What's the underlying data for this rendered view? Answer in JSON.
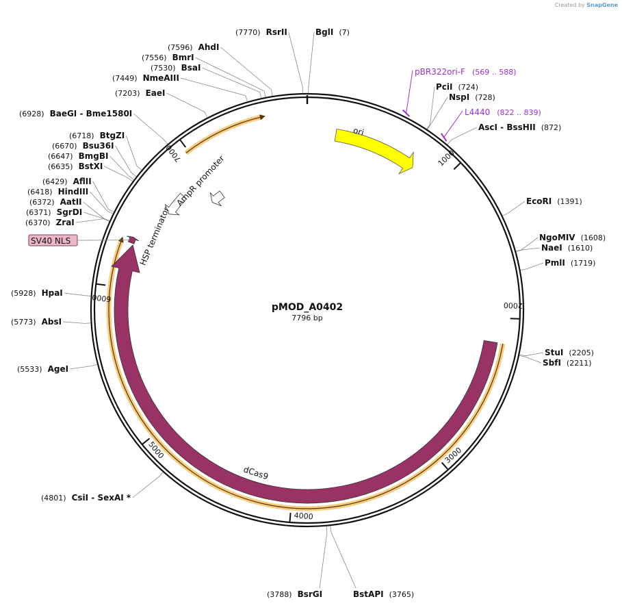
{
  "credit": {
    "prefix": "Created by",
    "brand": "SnapGene"
  },
  "plasmid": {
    "name": "pMOD_A0402",
    "size_label": "7796 bp",
    "length": 7796
  },
  "ticks": [
    {
      "bp": 1000,
      "label": "1000"
    },
    {
      "bp": 2000,
      "label": "2000"
    },
    {
      "bp": 3000,
      "label": "3000"
    },
    {
      "bp": 4000,
      "label": "4000"
    },
    {
      "bp": 5000,
      "label": "5000"
    },
    {
      "bp": 6000,
      "label": "6000"
    },
    {
      "bp": 7000,
      "label": "7000"
    }
  ],
  "sites": [
    {
      "name": "RsrII",
      "pos": "(7770)",
      "bp": 7770
    },
    {
      "name": "BglI",
      "pos": "(7)",
      "bp": 7
    },
    {
      "name": "AhdI",
      "pos": "(7596)",
      "bp": 7596
    },
    {
      "name": "BmrI",
      "pos": "(7556)",
      "bp": 7556
    },
    {
      "name": "BsaI",
      "pos": "(7530)",
      "bp": 7530
    },
    {
      "name": "NmeAIII",
      "pos": "(7449)",
      "bp": 7449
    },
    {
      "name": "EaeI",
      "pos": "(7203)",
      "bp": 7203
    },
    {
      "name": "BaeGI  - Bme1580I",
      "pos": "(6928)",
      "bp": 6928
    },
    {
      "name": "BtgZI",
      "pos": "(6718)",
      "bp": 6718
    },
    {
      "name": "Bsu36I",
      "pos": "(6670)",
      "bp": 6670
    },
    {
      "name": "BmgBI",
      "pos": "(6647)",
      "bp": 6647
    },
    {
      "name": "BstXI",
      "pos": "(6635)",
      "bp": 6635
    },
    {
      "name": "AflII",
      "pos": "(6429)",
      "bp": 6429
    },
    {
      "name": "HindIII",
      "pos": "(6418)",
      "bp": 6418
    },
    {
      "name": "AatII",
      "pos": "(6372)",
      "bp": 6372
    },
    {
      "name": "SgrDI",
      "pos": "(6371)",
      "bp": 6371
    },
    {
      "name": "ZraI",
      "pos": "(6370)",
      "bp": 6370
    },
    {
      "name": "HpaI",
      "pos": "(5928)",
      "bp": 5928
    },
    {
      "name": "AbsI",
      "pos": "(5773)",
      "bp": 5773
    },
    {
      "name": "AgeI",
      "pos": "(5533)",
      "bp": 5533
    },
    {
      "name": "CsiI  - SexAI *",
      "pos": "(4801)",
      "bp": 4801
    },
    {
      "name": "BsrGI",
      "pos": "(3788)",
      "bp": 3788
    },
    {
      "name": "BstAPI",
      "pos": "(3765)",
      "bp": 3765
    },
    {
      "name": "PciI",
      "pos": "(724)",
      "bp": 724
    },
    {
      "name": "NspI",
      "pos": "(728)",
      "bp": 728
    },
    {
      "name": "AscI  - BssHII",
      "pos": "(872)",
      "bp": 872
    },
    {
      "name": "EcoRI",
      "pos": "(1391)",
      "bp": 1391
    },
    {
      "name": "NgoMIV",
      "pos": "(1608)",
      "bp": 1608
    },
    {
      "name": "NaeI",
      "pos": "(1610)",
      "bp": 1610
    },
    {
      "name": "PmlI",
      "pos": "(1719)",
      "bp": 1719
    },
    {
      "name": "StuI",
      "pos": "(2205)",
      "bp": 2205
    },
    {
      "name": "SbfI",
      "pos": "(2211)",
      "bp": 2211
    }
  ],
  "primers": [
    {
      "name": "pBR322ori-F",
      "range": "(569 .. 588)",
      "bp": 578
    },
    {
      "name": "L4440",
      "range": "(822 .. 839)",
      "bp": 830
    }
  ],
  "features": [
    {
      "name": "ori",
      "start": 200,
      "end": 790,
      "color": "#ffff00"
    },
    {
      "name": "dCas9",
      "start": 2160,
      "end": 6290,
      "color": "#993366"
    },
    {
      "name": "AmpR promoter",
      "start": 6900,
      "end": 7010
    },
    {
      "name": "HSP terminator",
      "start": 6600,
      "end": 6770
    },
    {
      "name": "SV40 NLS",
      "start": 6300,
      "end": 6340,
      "color": "#993366"
    }
  ],
  "colors": {
    "orf": "#f5c36b",
    "primer": "#9b30d9",
    "backbone": "#111111",
    "nls_box": "#e9b7c7"
  }
}
